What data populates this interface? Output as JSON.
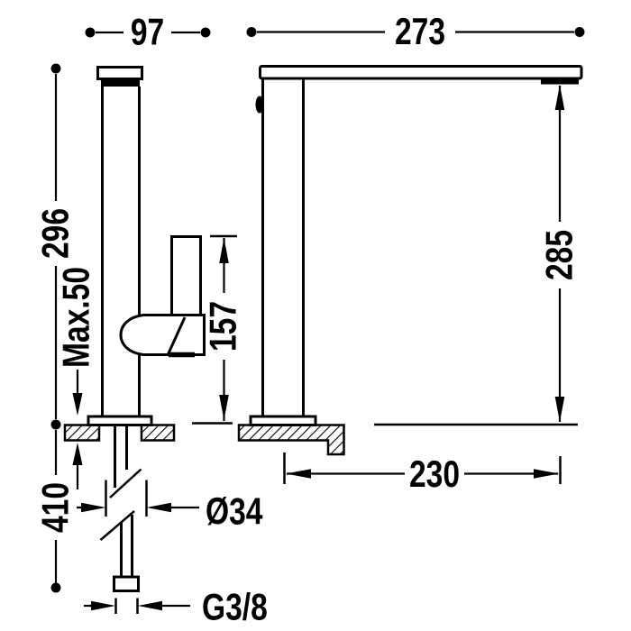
{
  "page": {
    "background": "#ffffff",
    "ink": "#000000"
  },
  "drawing": {
    "labels": {
      "body_depth": "97",
      "spout_span": "273",
      "body_height": "296",
      "max_deck_thickness": "Max.50",
      "handle_height": "157",
      "spout_clearance": "285",
      "spout_reach": "230",
      "hose_length": "410",
      "shank_diameter": "Ø34",
      "thread_size": "G3/8"
    }
  }
}
